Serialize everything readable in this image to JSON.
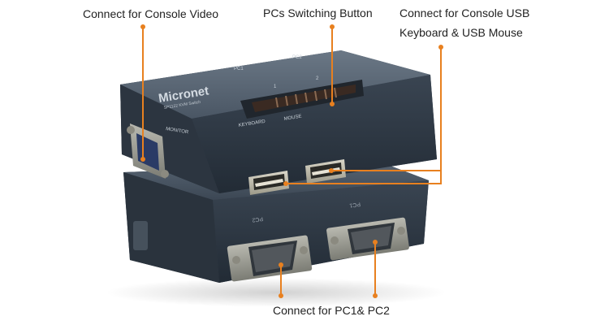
{
  "callouts": {
    "console_video": "Connect for Console Video",
    "switch_button": "PCs Switching Button",
    "console_usb_line1": "Connect for Console USB",
    "console_usb_line2": "Keyboard & USB Mouse",
    "pc_ports": "Connect for PC1& PC2"
  },
  "device": {
    "brand": "Micronet",
    "model": "SP1122 KVM Switch",
    "top_label_pc1": "PC1",
    "top_label_pc2": "PC2",
    "button_mark_1": "1",
    "button_mark_2": "2",
    "front_label_monitor": "MONITOR",
    "front_label_keyboard": "KEYBOARD",
    "front_label_mouse": "MOUSE",
    "back_label_pc2": "PC2",
    "back_label_pc1": "PC1"
  },
  "colors": {
    "accent": "#e8801f",
    "device_body": "#3e4a58"
  }
}
